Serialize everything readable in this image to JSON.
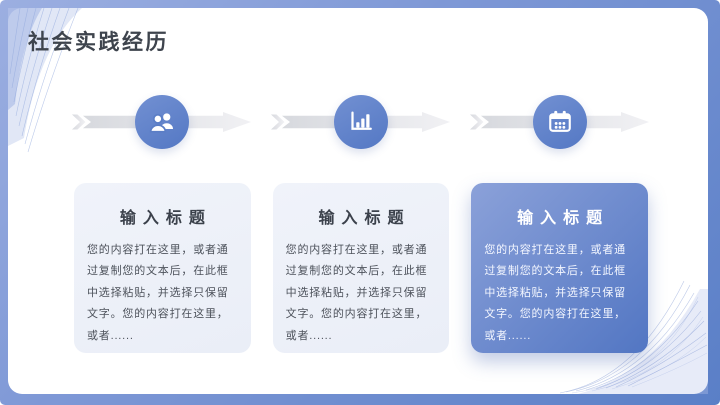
{
  "slide": {
    "title": "社会实践经历"
  },
  "steps": [
    {
      "icon": "users-icon",
      "card_title": "输入标题",
      "card_body": "您的内容打在这里，或者通过复制您的文本后，在此框中选择粘贴，并选择只保留文字。您的内容打在这里，或者......",
      "highlighted": false
    },
    {
      "icon": "bar-chart-icon",
      "card_title": "输入标题",
      "card_body": "您的内容打在这里，或者通过复制您的文本后，在此框中选择粘贴，并选择只保留文字。您的内容打在这里，或者......",
      "highlighted": false
    },
    {
      "icon": "calendar-icon",
      "card_title": "输入标题",
      "card_body": "您的内容打在这里，或者通过复制您的文本后，在此框中选择粘贴，并选择只保留文字。您的内容打在这里，或者......",
      "highlighted": true
    }
  ],
  "colors": {
    "frame_gradient_start": "#9cafe1",
    "frame_gradient_end": "#5a7fc7",
    "icon_circle_blue": "#5e82c8",
    "accent_card_start": "#8ba1d9",
    "accent_card_end": "#5276c3",
    "light_card_bg": "#eef1f9",
    "arrow_gray": "#e3e5e9",
    "title_text": "#3e444d",
    "body_text": "#4d525b"
  }
}
